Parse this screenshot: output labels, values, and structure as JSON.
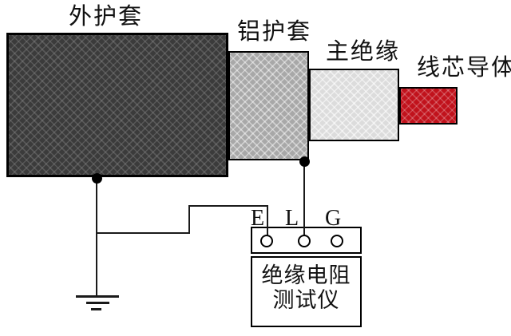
{
  "cable": {
    "outer_sheath_label": "外护套",
    "aluminum_sheath_label": "铝护套",
    "main_insulation_label": "主绝缘",
    "core_conductor_label": "线芯导体"
  },
  "tester": {
    "terminals": [
      "E",
      "L",
      "G"
    ],
    "name_line1": "绝缘电阻",
    "name_line2": "测试仪"
  },
  "colors": {
    "outer_sheath": "#3b3b3b",
    "aluminum_sheath": "#a8a8a8",
    "main_insulation": "#dcdcdc",
    "core_conductor": "#c1121c",
    "wire": "#1a1a1a",
    "background": "#ffffff"
  }
}
